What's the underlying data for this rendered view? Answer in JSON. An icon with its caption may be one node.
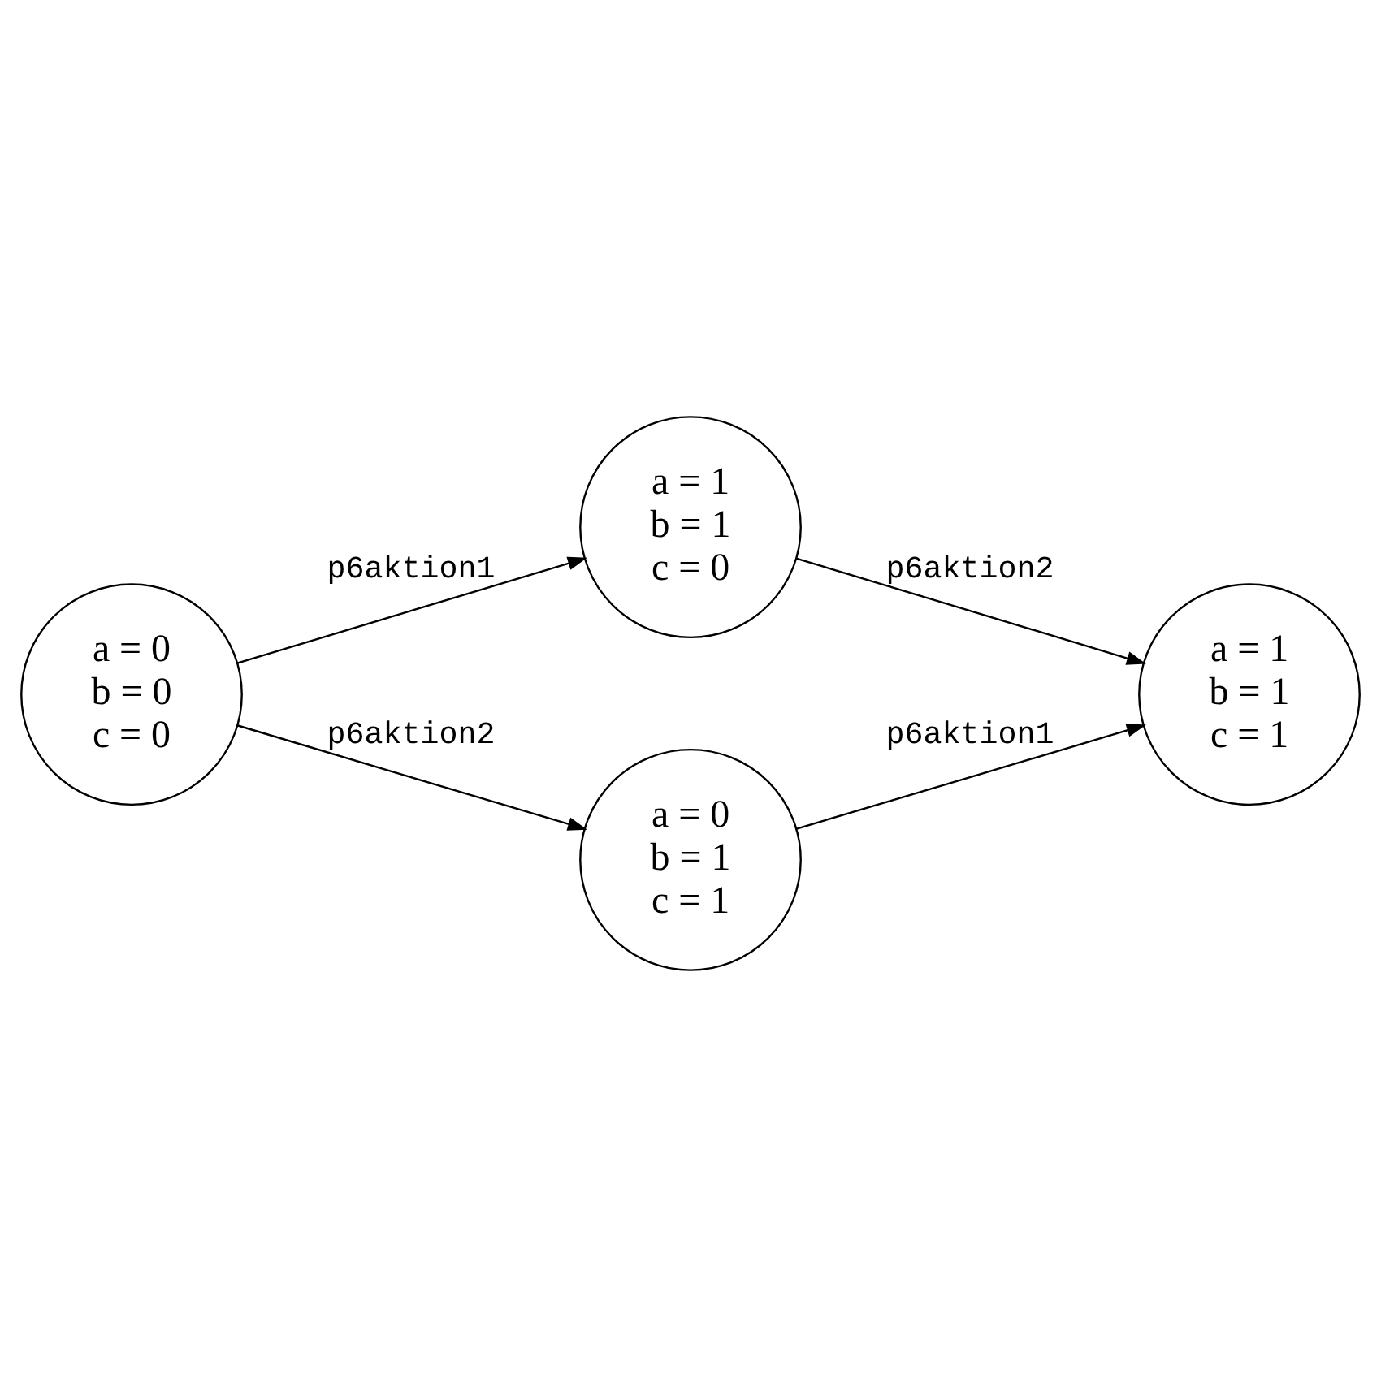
{
  "diagram": {
    "nodes": [
      {
        "text": [
          "a = 0",
          "b = 0",
          "c = 0"
        ]
      },
      {
        "text": [
          "a = 1",
          "b = 1",
          "c = 0"
        ]
      },
      {
        "text": [
          "a = 1",
          "b = 1",
          "c = 1"
        ]
      },
      {
        "text": [
          "a = 0",
          "b = 1",
          "c = 1"
        ]
      }
    ],
    "edges": [
      {
        "from": 0,
        "to": 1,
        "arrow": "to",
        "label": "p6aktion1"
      },
      {
        "from": 1,
        "to": 2,
        "arrow": "to",
        "label": "p6aktion2"
      },
      {
        "from": 0,
        "to": 3,
        "arrow": "to",
        "label": "p6aktion2"
      },
      {
        "from": 3,
        "to": 2,
        "arrow": "to",
        "label": "p6aktion1"
      }
    ]
  }
}
